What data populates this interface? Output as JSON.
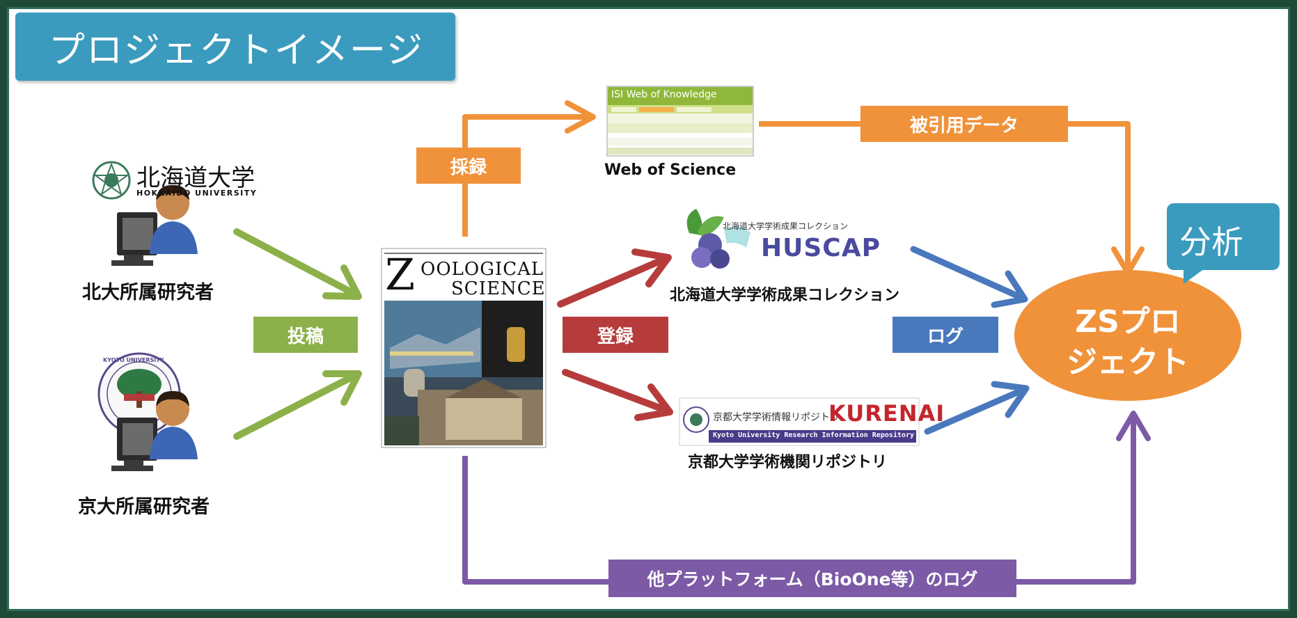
{
  "title": "プロジェクトイメージ",
  "hokudai": {
    "logo_name": "北海道大学",
    "logo_sub": "HOKKAIDO UNIVERSITY",
    "researcher": "北大所属研究者"
  },
  "kyodai": {
    "seal_text": "KYOTO UNIVERSITY",
    "researcher": "京大所属研究者"
  },
  "journal": {
    "title_line1": "OOLOGICAL",
    "title_initial": "Z",
    "title_line2": "SCIENCE"
  },
  "labels": {
    "submit": "投稿",
    "adopt": "採録",
    "register": "登録",
    "cited_data": "被引用データ",
    "log": "ログ",
    "other_platform_log": "他プラットフォーム（BioOne等）のログ",
    "analysis": "分析",
    "zs_line1": "ZSプロ",
    "zs_line2": "ジェクト"
  },
  "wos": {
    "screenshot_title": "ISI Web of Knowledge",
    "caption": "Web of Science"
  },
  "huscap": {
    "org": "北海道大学学術成果コレクション",
    "name": "HUSCAP",
    "caption": "北海道大学学術成果コレクション"
  },
  "kurenai": {
    "org": "京都大学学術情報リポジトリ",
    "name": "KURENAI",
    "sub": "Kyoto University Research Information Repository",
    "caption": "京都大学学術機関リポジトリ"
  },
  "colors": {
    "green": "#8db14a",
    "orange": "#f0923a",
    "red": "#b63c3c",
    "blue": "#4a78bd",
    "purple": "#7c5aa6",
    "teal": "#3b9bbe"
  }
}
